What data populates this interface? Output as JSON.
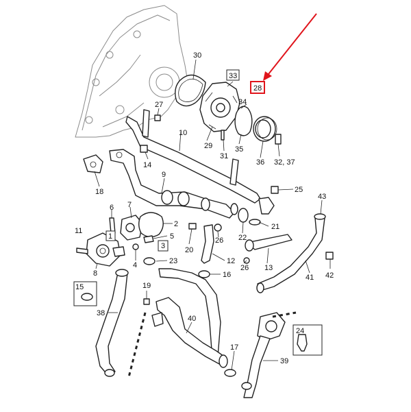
{
  "callouts": {
    "c30": "30",
    "c33": "33",
    "c28": "28",
    "c34": "34",
    "c27": "27",
    "c10": "10",
    "c29": "29",
    "c31": "31",
    "c35": "35",
    "c36": "36",
    "c32_37": "32, 37",
    "c14": "14",
    "c18": "18",
    "c9": "9",
    "c25": "25",
    "c43": "43",
    "c6": "6",
    "c7": "7",
    "c2": "2",
    "c11": "11",
    "c1": "1",
    "c5": "5",
    "c3": "3",
    "c21": "21",
    "c22": "22",
    "c20": "20",
    "c26a": "26",
    "c26b": "26",
    "c4": "4",
    "c23": "23",
    "c12": "12",
    "c16": "16",
    "c13": "13",
    "c42": "42",
    "c41": "41",
    "c8": "8",
    "c15": "15",
    "c19": "19",
    "c38": "38",
    "c40": "40",
    "c24": "24",
    "c17": "17",
    "c39": "39"
  },
  "highlight": {
    "color": "#e0141b",
    "target": "28"
  },
  "colors": {
    "line": "#222222",
    "background": "#ffffff",
    "ghost": "#8a8a8a"
  }
}
